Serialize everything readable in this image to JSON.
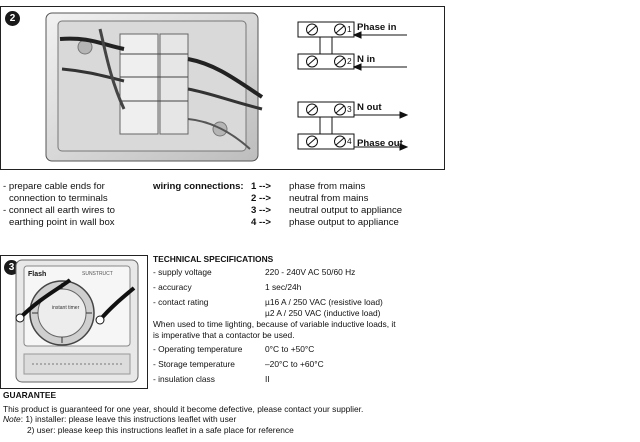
{
  "section2": {
    "step_number": "2",
    "terminals": [
      {
        "num": "1",
        "label": "Phase in",
        "arrow": "in"
      },
      {
        "num": "2",
        "label": "N in",
        "arrow": "in"
      },
      {
        "num": "3",
        "label": "N out",
        "arrow": "out"
      },
      {
        "num": "4",
        "label": "Phase out",
        "arrow": "out"
      }
    ]
  },
  "prep": {
    "lines": [
      "- prepare cable ends for",
      "  connection to terminals",
      "- connect all earth wires to",
      "  earthing point in wall box"
    ]
  },
  "wiring": {
    "title": "wiring connections:",
    "rows": [
      {
        "num": "1 -->",
        "desc": "phase from mains"
      },
      {
        "num": "2 -->",
        "desc": "neutral from mains"
      },
      {
        "num": "3 -->",
        "desc": "neutral output to appliance"
      },
      {
        "num": "4 -->",
        "desc": "phase output to appliance"
      }
    ]
  },
  "section3": {
    "step_number": "3",
    "brand": "Flash",
    "model": "SUNSTRUCT",
    "dial_text": "instant timer"
  },
  "specs": {
    "title": "TECHNICAL SPECIFICATIONS",
    "rows": [
      {
        "label": "- supply voltage",
        "value": "220 - 240V AC 50/60 Hz"
      },
      {
        "label": "- accuracy",
        "value": "1 sec/24h"
      },
      {
        "label": "- contact rating",
        "value": "µ16 A / 250 VAC (resistive load)"
      }
    ],
    "contact_line2": "µ2 A / 250 VAC (inductive load)",
    "note_lines": [
      "When used to time lighting, because of variable inductive loads, it",
      "is imperative that a contactor be used."
    ],
    "rows2": [
      {
        "label": "- Operating temperature",
        "value": "0°C to +50°C"
      },
      {
        "label": "- Storage temperature",
        "value": "–20°C to +60°C"
      },
      {
        "label": "- insulation class",
        "value": "II"
      }
    ]
  },
  "guarantee": {
    "title": "GUARANTEE",
    "text": "This product is guaranteed for one year, should it become defective, please contact your supplier.",
    "note_label": "Note",
    "note1": ": 1) installer: please leave this instructions leaflet with user",
    "note2": "2) user: please keep this instructions leaflet in a safe place for reference"
  }
}
